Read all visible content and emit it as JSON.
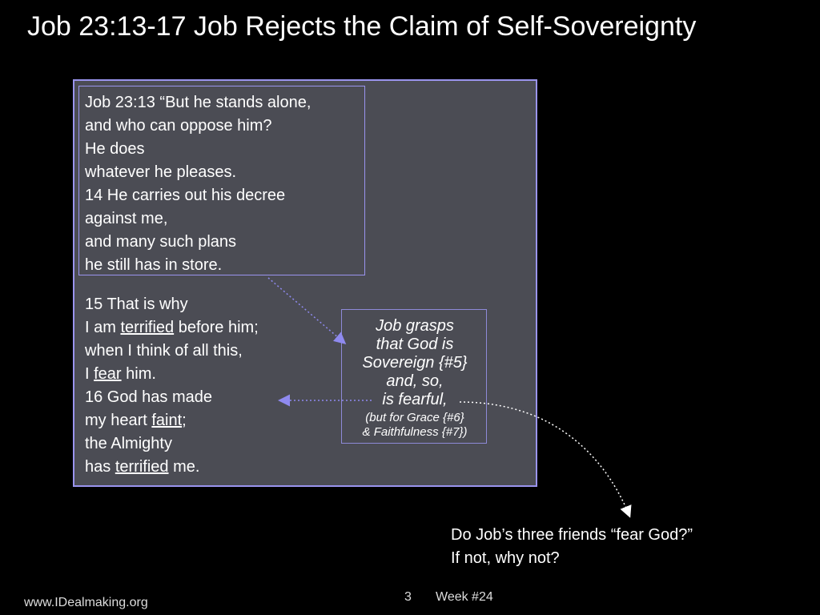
{
  "slide": {
    "title": "Job 23:13-17  Job Rejects the Claim of Self-Sovereignty",
    "verses_top": [
      "Job 23:13 “But he stands alone,",
      "and who can oppose him?",
      "He does",
      "whatever he pleases.",
      "14 He carries out his decree",
      "against me,",
      "and many such plans",
      "he still has in store."
    ],
    "verses_bottom": {
      "l1": "15 That is why",
      "l2_pre": "I am ",
      "l2_u": "terrified",
      "l2_post": " before him;",
      "l3": "when I think of all this,",
      "l4_pre": "I ",
      "l4_u": "fear",
      "l4_post": " him.",
      "l5": "16 God has made",
      "l6_pre": "my heart ",
      "l6_u": "faint",
      "l6_post": ";",
      "l7": "the Almighty",
      "l8_pre": "has ",
      "l8_u": "terrified",
      "l8_post": " me."
    },
    "callout": {
      "lines": [
        "Job grasps",
        "that God is",
        "Sovereign {#5}",
        "and, so,",
        "is fearful,"
      ],
      "small_lines": [
        "(but for Grace {#6}",
        "& Faithfulness {#7})"
      ]
    },
    "question": [
      "Do Job’s three friends “fear God?”",
      "If not, why not?"
    ],
    "footer": {
      "website": "www.IDealmaking.org",
      "page_number": "3",
      "week": "Week #24"
    }
  },
  "colors": {
    "background": "#000000",
    "panel": "#4b4c54",
    "border": "#9a94ee",
    "arrow_purple": "#8f8af0",
    "arrow_white": "#ffffff"
  }
}
